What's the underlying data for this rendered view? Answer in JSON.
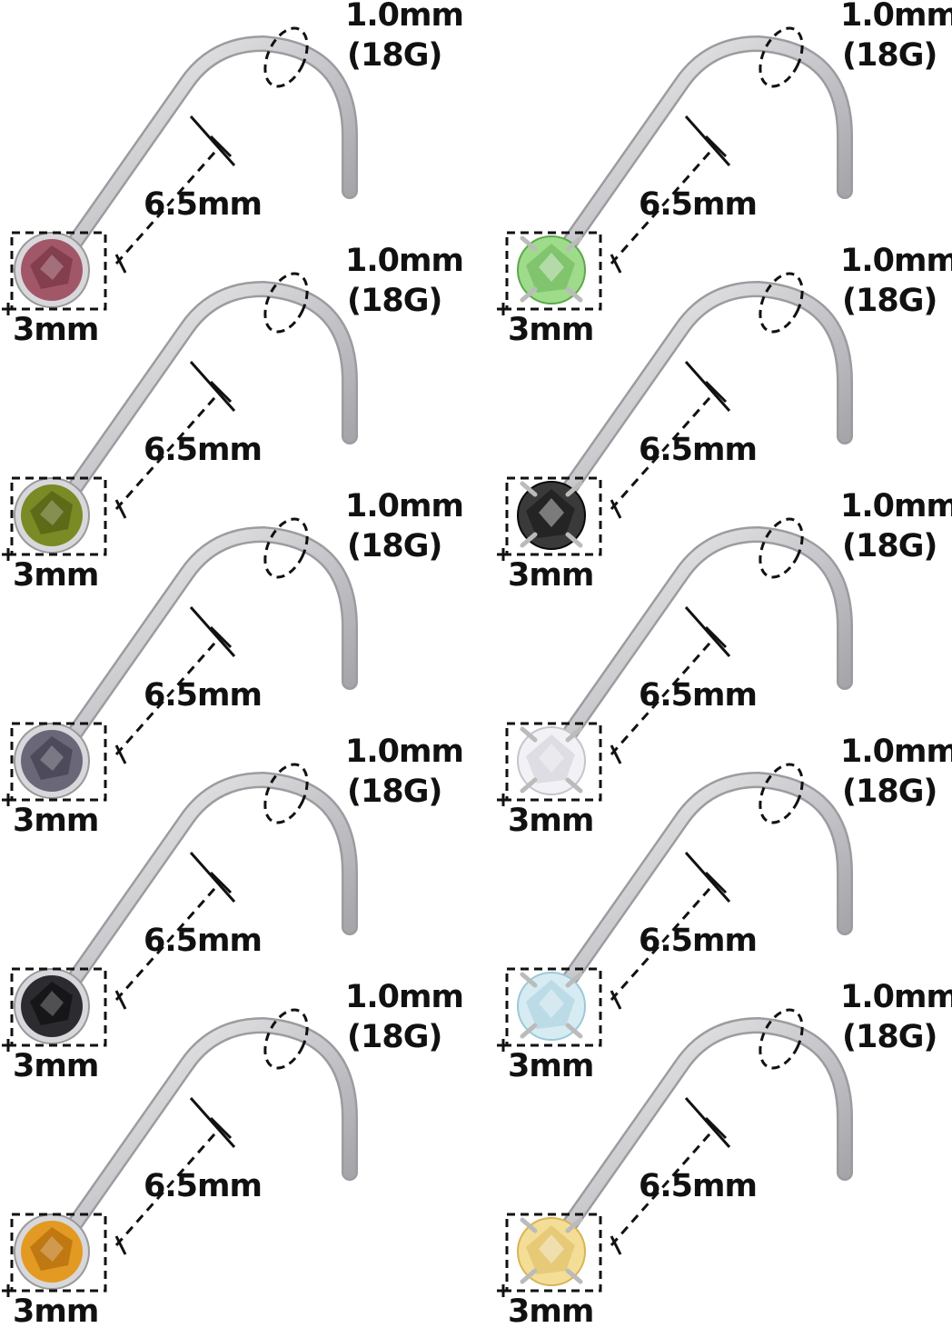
{
  "items": [
    {
      "gauge": "1.0mm",
      "gauge_g": "(18G)",
      "length": "6.5mm",
      "diameter": "3mm",
      "setting": "bezel",
      "gem_color": "#a25768",
      "gem_dark": "#6e2f3e"
    },
    {
      "gauge": "1.0mm",
      "gauge_g": "(18G)",
      "length": "6.5mm",
      "diameter": "3mm",
      "setting": "prong",
      "gem_color": "#9edb8a",
      "gem_dark": "#5da84c"
    },
    {
      "gauge": "1.0mm",
      "gauge_g": "(18G)",
      "length": "6.5mm",
      "diameter": "3mm",
      "setting": "bezel",
      "gem_color": "#7a8a24",
      "gem_dark": "#4a5510"
    },
    {
      "gauge": "1.0mm",
      "gauge_g": "(18G)",
      "length": "6.5mm",
      "diameter": "3mm",
      "setting": "prong",
      "gem_color": "#3a3a3a",
      "gem_dark": "#0a0a0a"
    },
    {
      "gauge": "1.0mm",
      "gauge_g": "(18G)",
      "length": "6.5mm",
      "diameter": "3mm",
      "setting": "bezel",
      "gem_color": "#6a6878",
      "gem_dark": "#3a3848"
    },
    {
      "gauge": "1.0mm",
      "gauge_g": "(18G)",
      "length": "6.5mm",
      "diameter": "3mm",
      "setting": "prong",
      "gem_color": "#f2f2f6",
      "gem_dark": "#c4c4cc"
    },
    {
      "gauge": "1.0mm",
      "gauge_g": "(18G)",
      "length": "6.5mm",
      "diameter": "3mm",
      "setting": "bezel",
      "gem_color": "#2c2c30",
      "gem_dark": "#08080a"
    },
    {
      "gauge": "1.0mm",
      "gauge_g": "(18G)",
      "length": "6.5mm",
      "diameter": "3mm",
      "setting": "prong",
      "gem_color": "#d6ecf2",
      "gem_dark": "#9cc8d8"
    },
    {
      "gauge": "1.0mm",
      "gauge_g": "(18G)",
      "length": "6.5mm",
      "diameter": "3mm",
      "setting": "bezel",
      "gem_color": "#e39a22",
      "gem_dark": "#a8620a"
    },
    {
      "gauge": "1.0mm",
      "gauge_g": "(18G)",
      "length": "6.5mm",
      "diameter": "3mm",
      "setting": "prong",
      "gem_color": "#f4dd96",
      "gem_dark": "#d8b454"
    }
  ]
}
